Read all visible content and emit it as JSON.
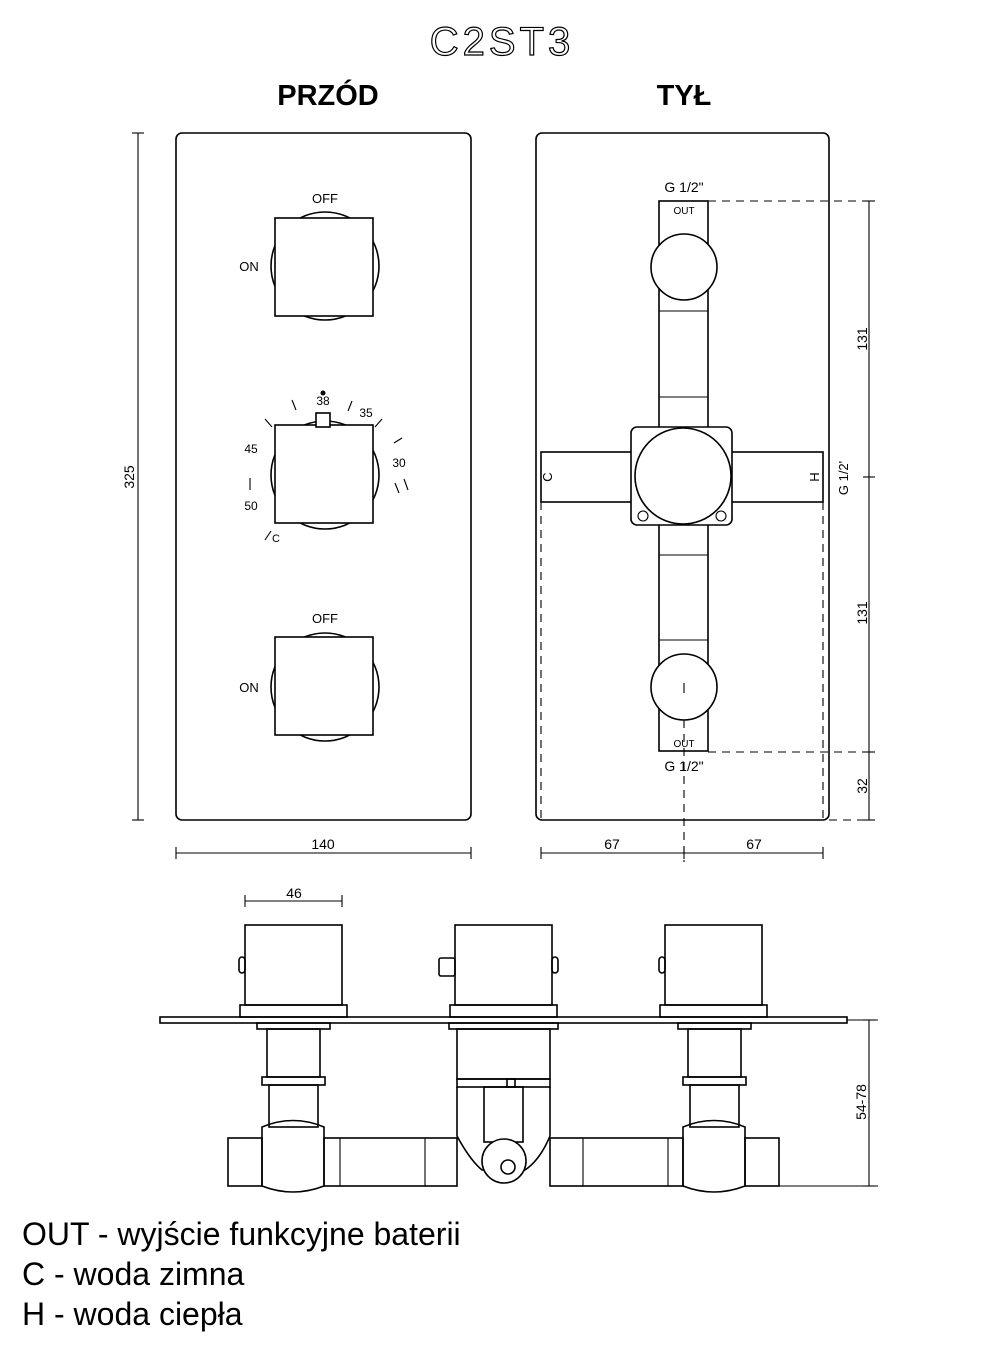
{
  "model": "C2ST3",
  "views": {
    "front": "PRZÓD",
    "back": "TYŁ"
  },
  "front": {
    "top_knob": {
      "off": "OFF",
      "on": "ON"
    },
    "thermostat": {
      "t38": "38",
      "t35": "35",
      "t30": "30",
      "t45": "45",
      "t50": "50",
      "c": "C"
    },
    "bottom_knob": {
      "off": "OFF",
      "on": "ON"
    }
  },
  "back": {
    "top_port": "OUT",
    "top_thread": "G 1/2\"",
    "bottom_port": "OUT",
    "bottom_thread": "G 1/2\"",
    "left_port": "C",
    "right_port": "H",
    "right_thread": "G 1/2'"
  },
  "dimensions": {
    "height": "325",
    "width": "140",
    "half_left": "67",
    "half_right": "67",
    "upper_spacing": "131",
    "lower_spacing": "131",
    "bottom_offset": "32",
    "knob_width": "46",
    "depth": "54-78"
  },
  "legend": [
    "OUT - wyjście funkcyjne baterii",
    "C - woda zimna",
    "H - woda ciepła"
  ]
}
